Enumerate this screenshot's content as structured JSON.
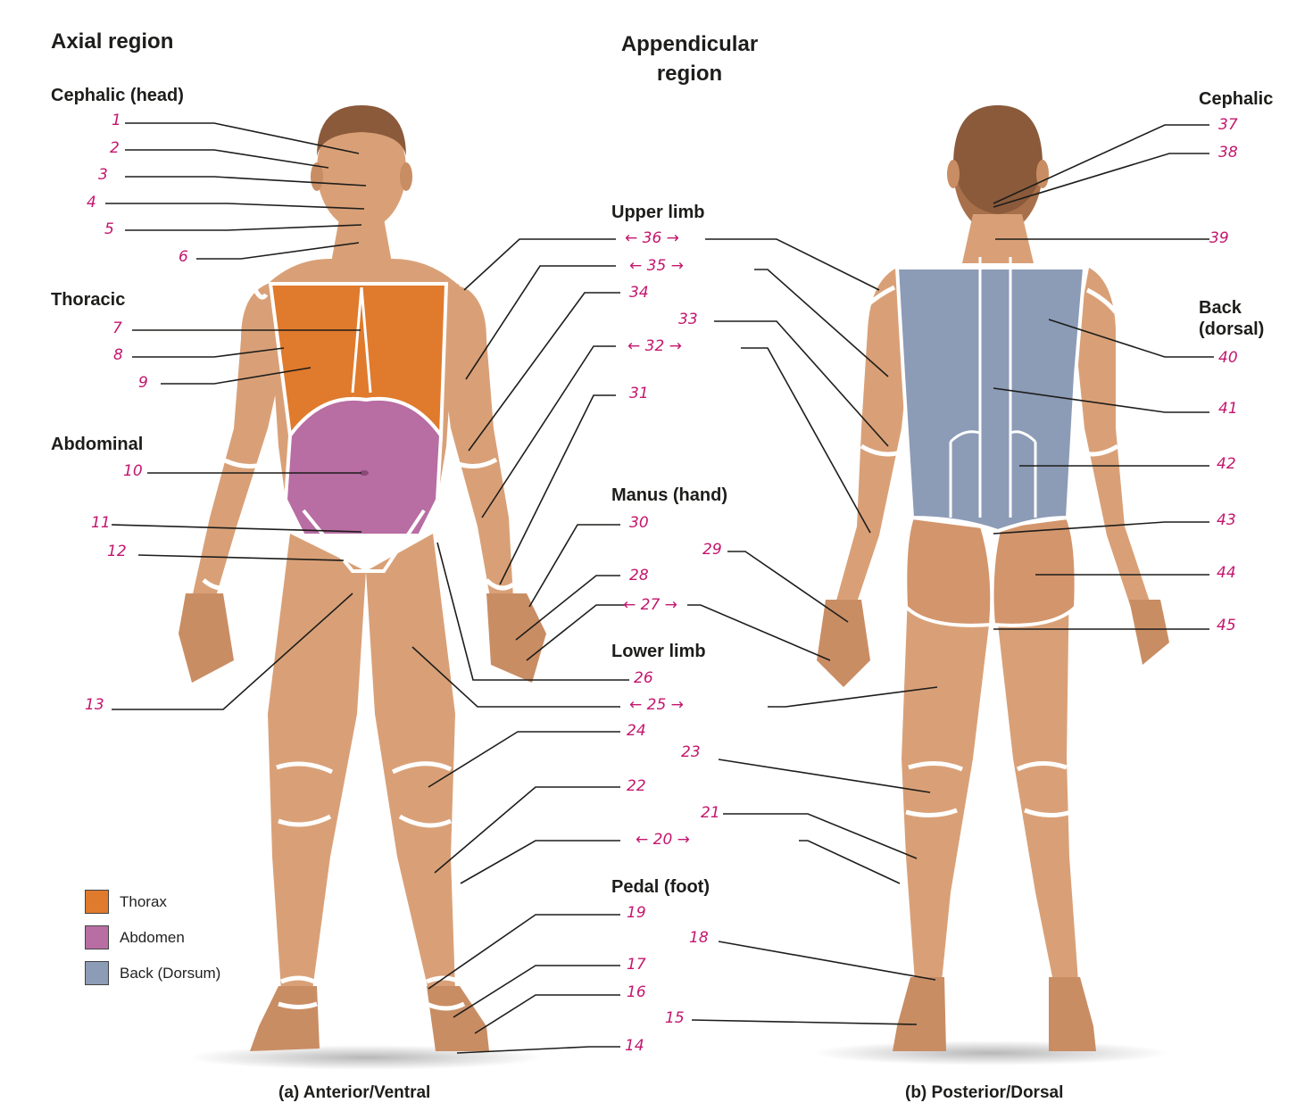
{
  "headings": {
    "axial": "Axial region",
    "appendicular": "Appendicular region",
    "cephalic_head": "Cephalic (head)",
    "thoracic": "Thoracic",
    "abdominal": "Abdominal",
    "upper_limb": "Upper limb",
    "manus": "Manus (hand)",
    "lower_limb": "Lower limb",
    "pedal": "Pedal (foot)",
    "cephalic": "Cephalic",
    "back": "Back (dorsal)"
  },
  "captions": {
    "anterior": "(a) Anterior/Ventral",
    "posterior": "(b) Posterior/Dorsal"
  },
  "legend": [
    {
      "label": "Thorax",
      "color": "#e07a2c"
    },
    {
      "label": "Abdomen",
      "color": "#b86da3"
    },
    {
      "label": "Back (Dorsum)",
      "color": "#8c9bb6"
    }
  ],
  "colors": {
    "skin": "#d9a077",
    "skin_shade": "#c98d64",
    "hair": "#8a5a3a",
    "thorax": "#e07a2c",
    "abdomen": "#b86da3",
    "back": "#8c9bb6",
    "outline": "#ffffff",
    "leader": "#1d1d1b",
    "handwriting": "#c4166e"
  },
  "labels": {
    "n1": "1",
    "n2": "2",
    "n3": "3",
    "n4": "4",
    "n5": "5",
    "n6": "6",
    "n7": "7",
    "n8": "8",
    "n9": "9",
    "n10": "10",
    "n11": "11",
    "n12": "12",
    "n13": "13",
    "n14": "14",
    "n15": "15",
    "n16": "16",
    "n17": "17",
    "n18": "18",
    "n19": "19",
    "n20": "← 20 →",
    "n21": "21",
    "n22": "22",
    "n23": "23",
    "n24": "24",
    "n25": "← 25 →",
    "n26": "26",
    "n27": "← 27 →",
    "n28": "28",
    "n29": "29",
    "n30": "30",
    "n31": "31",
    "n32": "← 32 →",
    "n33": "33",
    "n34": "34",
    "n35": "← 35 →",
    "n36": "← 36 →",
    "n37": "37",
    "n38": "38",
    "n39": "39",
    "n40": "40",
    "n41": "41",
    "n42": "42",
    "n43": "43",
    "n44": "44",
    "n45": "45"
  }
}
